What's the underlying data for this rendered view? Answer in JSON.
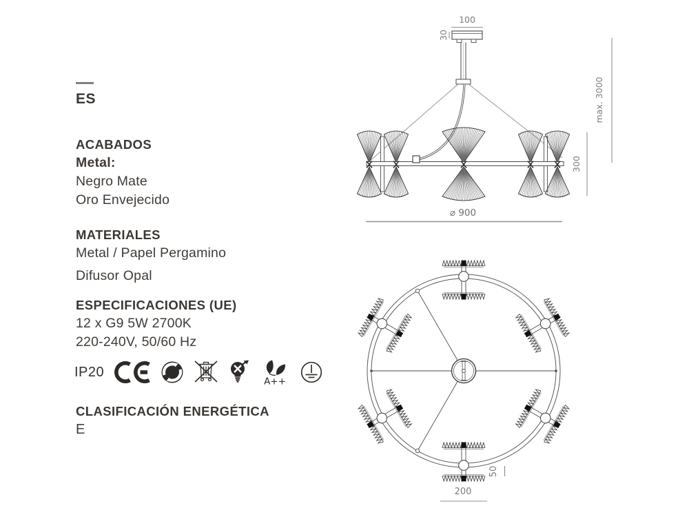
{
  "meta": {
    "language": "ES"
  },
  "sections": {
    "acabados": {
      "title": "ACABADOS",
      "subtitle": "Metal:",
      "lines": [
        "Negro Mate",
        "Oro Envejecido"
      ]
    },
    "materiales": {
      "title": "MATERIALES",
      "lines": [
        "Metal / Papel Pergamino",
        "Difusor Opal"
      ]
    },
    "especificaciones": {
      "title": "ESPECIFICACIONES (UE)",
      "lines": [
        "12 x G9 5W 2700K",
        "220-240V, 50/60 Hz"
      ]
    },
    "certificaciones": {
      "ip_rating": "IP20",
      "energy_class_label": "A++",
      "icons": [
        "ce-mark",
        "green-dot-recycling",
        "weee-crossed-out-bin",
        "replaceable-bulb",
        "energy-leaves-a-plus-plus",
        "protective-earth-class-i"
      ]
    },
    "clasificacion": {
      "title": "CLASIFICACIÓN ENERGÉTICA",
      "value": "E"
    }
  },
  "drawings": {
    "side_view": {
      "dim_canopy_width": "100",
      "dim_canopy_height": "30",
      "dim_max_suspension": "max. 3000",
      "dim_shade_height": "300",
      "dim_diameter": "⌀ 900"
    },
    "top_view": {
      "dim_shade_depth": "50",
      "dim_shade_width": "200"
    }
  },
  "colors": {
    "text": "#3b3733",
    "dimension": "#7d7d7d",
    "drawing_stroke": "#4a4a4a",
    "icon_black": "#2e2a28"
  }
}
